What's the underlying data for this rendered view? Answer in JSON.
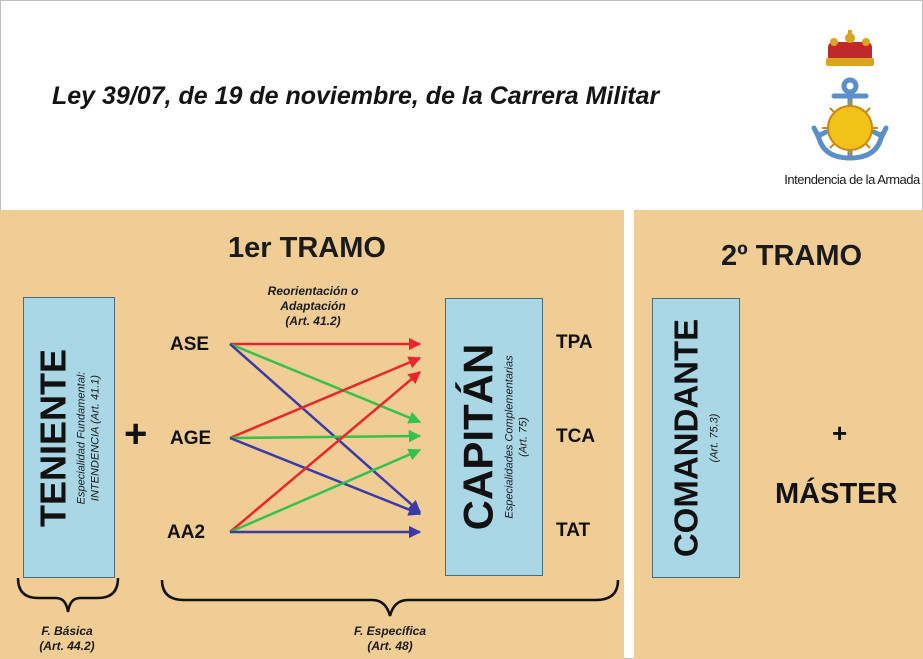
{
  "title": "Ley 39/07, de 19 de noviembre, de la Carrera Militar",
  "logo": {
    "icon": "navy-crest-icon",
    "caption": "Intendencia de la Armada"
  },
  "tramo1": {
    "heading": "1er TRAMO",
    "teniente": {
      "rank": "TENIENTE",
      "line1": "Especialidad Fundamental:",
      "line2": "INTENDENCIA (Art. 41.1)"
    },
    "plus": "+",
    "sources": [
      "ASE",
      "AGE",
      "AA2"
    ],
    "reorientation": {
      "line1": "Reorientación o",
      "line2": "Adaptación",
      "line3": "(Art. 41.2)"
    },
    "capitan": {
      "rank": "CAPITÁN",
      "line1": "Especialidades Complementarias",
      "line2": "(Art. 75)"
    },
    "targets": [
      "TPA",
      "TCA",
      "TAT"
    ],
    "basica": {
      "line1": "F. Básica",
      "line2": "(Art. 44.2)"
    },
    "especifica": {
      "line1": "F. Específica",
      "line2": "(Art. 48)"
    }
  },
  "tramo2": {
    "heading": "2º TRAMO",
    "comandante": {
      "rank": "COMANDANTE",
      "line1": "(Art. 75.3)"
    },
    "plus": "+",
    "master": "MÁSTER"
  },
  "colors": {
    "red": "#e8262c",
    "green": "#35c24a",
    "blue": "#3a3aa8",
    "panel": "#f0cd94",
    "box": "#a9d7e6"
  },
  "connections": [
    {
      "from": "ASE",
      "to": "TPA",
      "color": "red"
    },
    {
      "from": "ASE",
      "to": "TCA",
      "color": "green"
    },
    {
      "from": "ASE",
      "to": "TAT",
      "color": "blue"
    },
    {
      "from": "AGE",
      "to": "TPA",
      "color": "red"
    },
    {
      "from": "AGE",
      "to": "TCA",
      "color": "green"
    },
    {
      "from": "AGE",
      "to": "TAT",
      "color": "blue"
    },
    {
      "from": "AA2",
      "to": "TPA",
      "color": "red"
    },
    {
      "from": "AA2",
      "to": "TCA",
      "color": "green"
    },
    {
      "from": "AA2",
      "to": "TAT",
      "color": "blue"
    }
  ]
}
